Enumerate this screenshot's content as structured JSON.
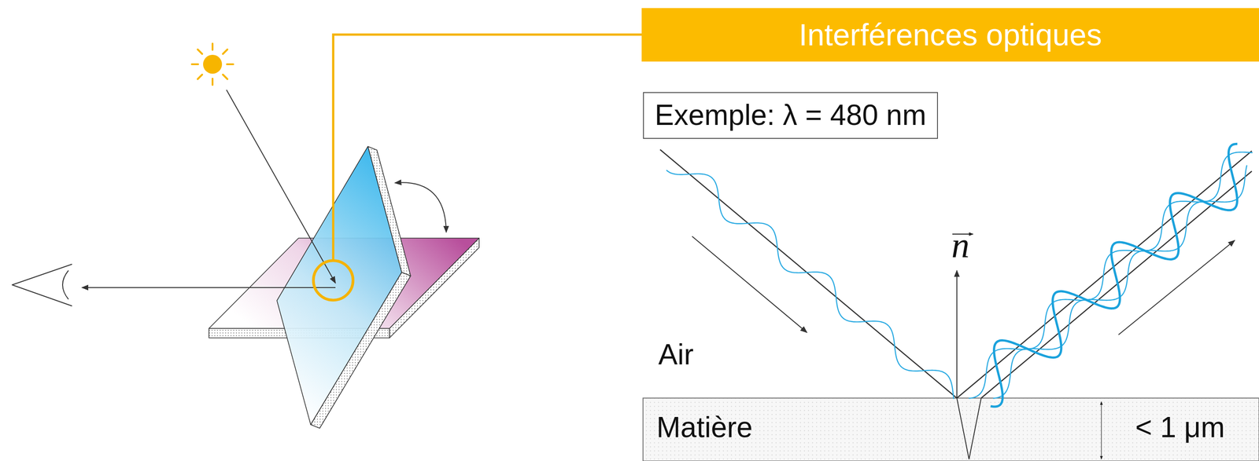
{
  "diagram": {
    "nodes": [
      {
        "text": [
          "Interférences optiques"
        ]
      },
      {
        "text": [
          "Exemple: λ = 480 nm"
        ]
      },
      {
        "text": [
          "Matière",
          "< 1 μm"
        ]
      }
    ],
    "labels": [
      "Air",
      "n"
    ]
  }
}
